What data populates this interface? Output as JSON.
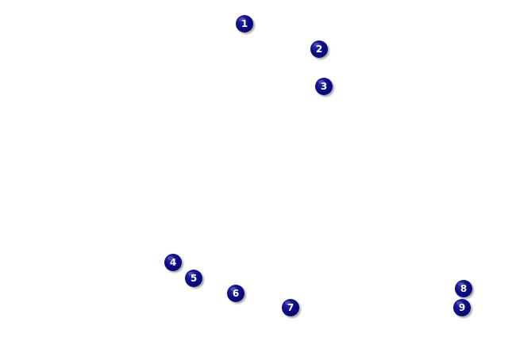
{
  "markers": [
    {
      "label": "1"
    },
    {
      "label": "2"
    },
    {
      "label": "3"
    },
    {
      "label": "4"
    },
    {
      "label": "5"
    },
    {
      "label": "6"
    },
    {
      "label": "7"
    },
    {
      "label": "8"
    },
    {
      "label": "9"
    }
  ],
  "colors": {
    "background": "#ffffff",
    "marker_fill": "#0b0b86",
    "marker_text": "#ffffff"
  }
}
